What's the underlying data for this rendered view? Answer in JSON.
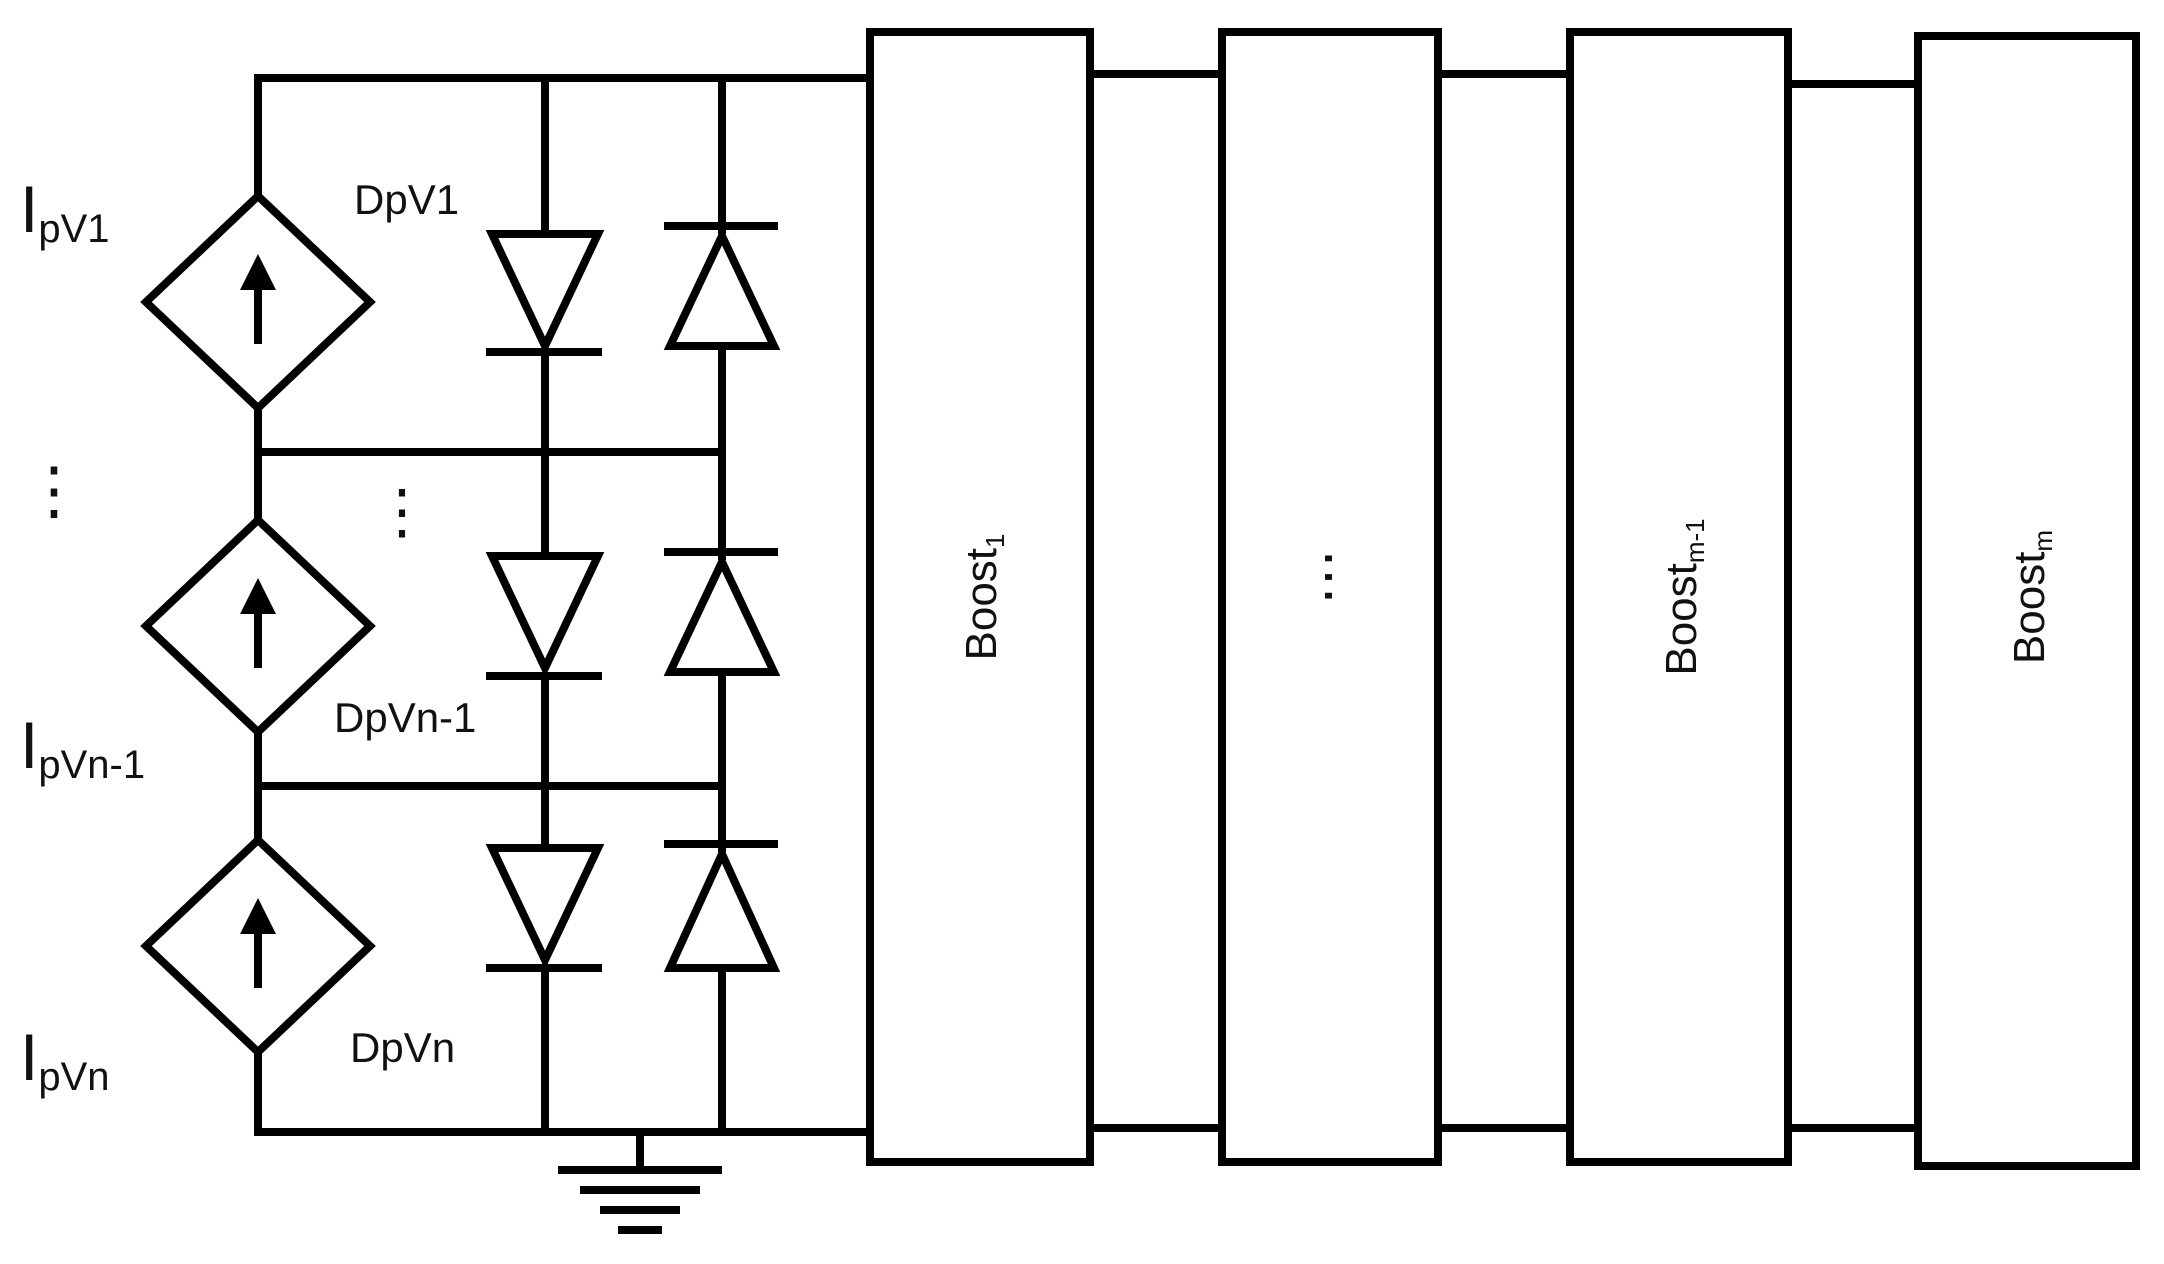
{
  "sources": [
    {
      "main": "I",
      "sub": "pV1"
    },
    {
      "main": "I",
      "sub": "pVn-1"
    },
    {
      "main": "I",
      "sub": "pVn"
    }
  ],
  "diode_labels": [
    "DpV1",
    "DpVn-1",
    "DpVn"
  ],
  "ellipsis": "⋮",
  "boosts": [
    {
      "main": "Boost",
      "sub": "1"
    },
    {
      "main": "⋯",
      "sub": ""
    },
    {
      "main": "Boost",
      "sub": "m-1"
    },
    {
      "main": "Boost",
      "sub": "m"
    }
  ]
}
